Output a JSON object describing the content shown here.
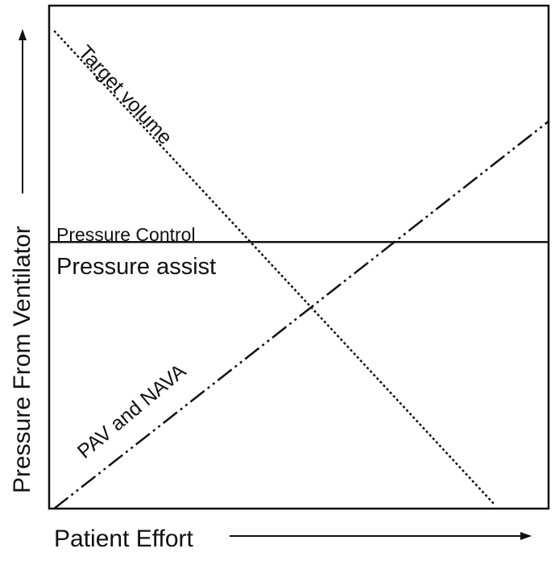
{
  "chart_data": {
    "type": "line",
    "title": "",
    "xlabel": "Patient Effort",
    "ylabel": "Pressure From Ventilator",
    "xlim": [
      0,
      1
    ],
    "ylim": [
      0,
      1
    ],
    "grid": false,
    "legend": "none",
    "series": [
      {
        "name": "Target volume",
        "style": "dotted",
        "points": [
          [
            0.01,
            0.95
          ],
          [
            0.89,
            0.01
          ]
        ]
      },
      {
        "name": "Pressure Control",
        "style": "solid",
        "points": [
          [
            0.0,
            0.53
          ],
          [
            1.0,
            0.53
          ]
        ]
      },
      {
        "name": "Pressure assist",
        "style": "solid",
        "points": [
          [
            0.0,
            0.53
          ],
          [
            1.0,
            0.53
          ]
        ]
      },
      {
        "name": "PAV and NAVA",
        "style": "dash-dot-dot",
        "points": [
          [
            0.01,
            0.0
          ],
          [
            1.0,
            0.77
          ]
        ]
      }
    ],
    "colors": {
      "line": "#111111",
      "frame": "#111111",
      "background": "#ffffff"
    }
  }
}
